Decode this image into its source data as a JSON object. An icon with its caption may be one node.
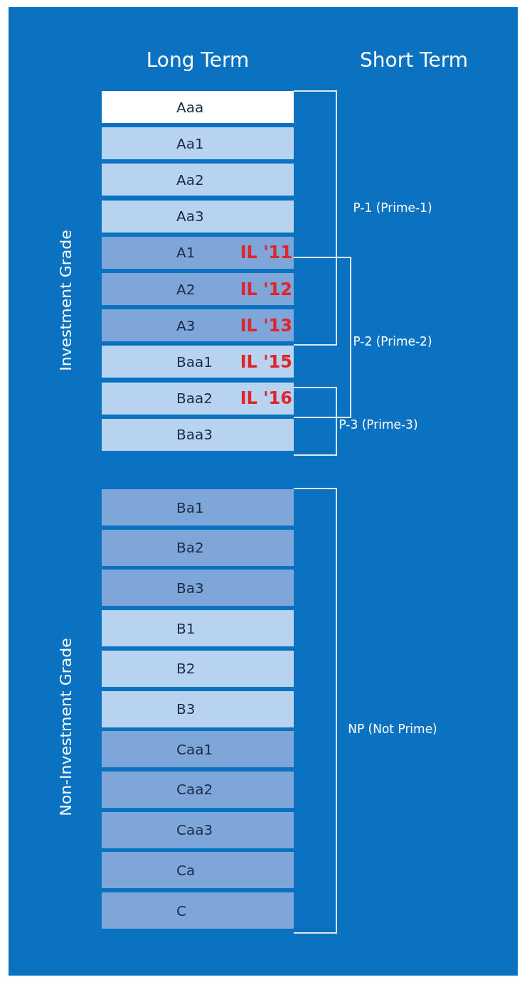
{
  "diagram": {
    "nodes": [
      {
        "text": [
          "Aaa"
        ]
      },
      {
        "text": [
          "Aa1"
        ]
      },
      {
        "text": [
          "Aa2"
        ]
      },
      {
        "text": [
          "Aa3"
        ]
      },
      {
        "text": [
          "A1",
          "IL '11"
        ]
      },
      {
        "text": [
          "A2",
          "IL '12"
        ]
      },
      {
        "text": [
          "A3",
          "IL '13"
        ]
      },
      {
        "text": [
          "Baa1",
          "IL '15"
        ]
      },
      {
        "text": [
          "Baa2",
          "IL '16"
        ]
      },
      {
        "text": [
          "Baa3"
        ]
      },
      {
        "text": [
          "Ba1"
        ]
      },
      {
        "text": [
          "Ba2"
        ]
      },
      {
        "text": [
          "Ba3"
        ]
      },
      {
        "text": [
          "B1"
        ]
      },
      {
        "text": [
          "B2"
        ]
      },
      {
        "text": [
          "B3"
        ]
      },
      {
        "text": [
          "Caa1"
        ]
      },
      {
        "text": [
          "Caa2"
        ]
      },
      {
        "text": [
          "Caa3"
        ]
      },
      {
        "text": [
          "Ca"
        ]
      },
      {
        "text": [
          "C"
        ]
      }
    ],
    "labels": [
      "Long Term",
      "Short Term",
      "Investment Grade",
      "P-1 (Prime-1)",
      "P-2 (Prime-2)",
      "P-3 (Prime-3)",
      "Non-Investment Grade",
      "NP (Not Prime)"
    ]
  }
}
